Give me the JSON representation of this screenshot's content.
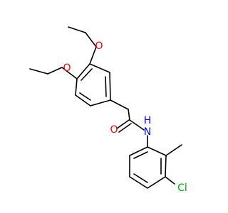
{
  "atoms": {
    "ether_oxygen_upper": {
      "label": "O",
      "color": "#ff0000"
    },
    "ether_oxygen_lower": {
      "label": "O",
      "color": "#ff0000"
    },
    "carbonyl_oxygen": {
      "label": "O",
      "color": "#ff0000"
    },
    "amide_nitrogen": {
      "label": "N",
      "color": "#0000ff"
    },
    "amide_hydrogen": {
      "label": "H",
      "color": "#0000ff"
    },
    "chlorine": {
      "label": "Cl",
      "color": "#00b000"
    }
  }
}
